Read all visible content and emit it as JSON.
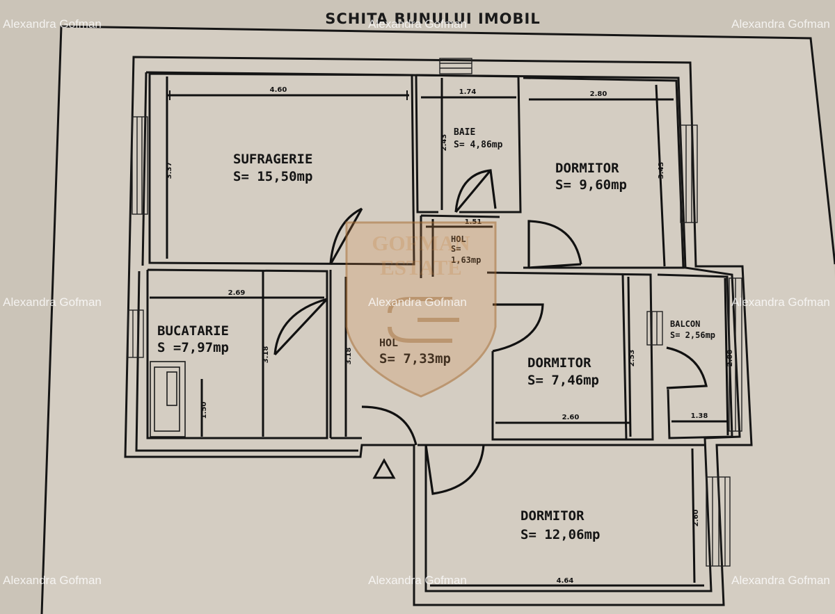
{
  "title": "SCHITA BUNULUI IMOBIL",
  "rooms": {
    "sufragerie": {
      "name": "SUFRAGERIE",
      "area": "S= 15,50mp"
    },
    "baie": {
      "name": "BAIE",
      "area": "S= 4,86mp"
    },
    "dormitor1": {
      "name": "DORMITOR",
      "area": "S= 9,60mp"
    },
    "hol_small": {
      "name": "HOL",
      "area": "S=",
      "area2": "1,63mp"
    },
    "bucatarie": {
      "name": "BUCATARIE",
      "area": "S =7,97mp"
    },
    "hol": {
      "name": "HOL",
      "area": "S= 7,33mp"
    },
    "dormitor2": {
      "name": "DORMITOR",
      "area": "S= 7,46mp"
    },
    "balcon": {
      "name": "BALCON",
      "area": "S= 2,56mp"
    },
    "dormitor3": {
      "name": "DORMITOR",
      "area": "S= 12,06mp"
    }
  },
  "dimensions": {
    "suf_w": "4.60",
    "suf_h": "3.37",
    "baie_w": "1.74",
    "baie_h": "2.43",
    "dorm1_w": "2.80",
    "dorm1_h": "3.43",
    "hol_small_w": "1.51",
    "buc_w": "2.69",
    "buc_h": "3.18",
    "hol_h": "3.18",
    "dorm2_w": "2.60",
    "dorm2_h": "2.53",
    "balcon_w": "1.38",
    "balcon_h": "2.00",
    "dorm3_w": "4.64",
    "dorm3_h": "2.60",
    "stove_h": "1.50"
  },
  "watermarks": {
    "text": "Alexandra Gofman",
    "logo_line1": "GOFMAN",
    "logo_line2": "ESTATE"
  },
  "colors": {
    "paper": "#d4cdc2",
    "ink": "#151515",
    "logo": "#c9823e"
  }
}
